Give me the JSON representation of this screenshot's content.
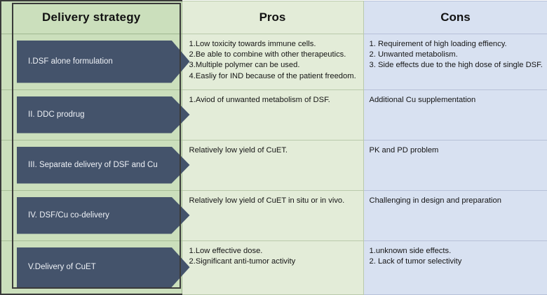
{
  "table": {
    "columns": [
      {
        "key": "strategy",
        "label": "Delivery strategy"
      },
      {
        "key": "pros",
        "label": "Pros"
      },
      {
        "key": "cons",
        "label": "Cons"
      }
    ],
    "colors": {
      "header_strategy_bg": "#cbdfbc",
      "header_pros_bg": "#e3ecd8",
      "header_cons_bg": "#d8e1f1",
      "arrow_fill": "#44536b",
      "arrow_text": "#eef1f6",
      "pros_cell_bg": "#e3ecd8",
      "cons_cell_bg": "#d8e1f1",
      "frame_border": "#3a3a3a"
    },
    "rows": [
      {
        "strategy": "I.DSF alone formulation",
        "pros": "1.Low toxicity towards immune cells.\n2.Be able to combine with other therapeutics.\n3.Multiple polymer can be used.\n4.Easliy for IND because of the patient freedom.",
        "cons": "1. Requirement of high loading effiency.\n2. Unwanted metabolism.\n3. Side effects due to the high dose of single DSF."
      },
      {
        "strategy": "II. DDC prodrug",
        "pros": "1.Aviod of unwanted metabolism of DSF.",
        "cons": "Additional Cu supplementation"
      },
      {
        "strategy": "III. Separate  delivery of DSF and Cu",
        "pros": "Relatively low yield of CuET.",
        "cons": "PK and PD problem"
      },
      {
        "strategy": "IV. DSF/Cu co-delivery",
        "pros": "Relatively low yield of CuET in situ or in vivo.",
        "cons": "Challenging in design and preparation"
      },
      {
        "strategy": "V.Delivery of CuET",
        "pros": "1.Low effective dose.\n2.Significant anti-tumor activity",
        "cons": "1.unknown side effects.\n2. Lack of tumor selectivity"
      }
    ]
  }
}
